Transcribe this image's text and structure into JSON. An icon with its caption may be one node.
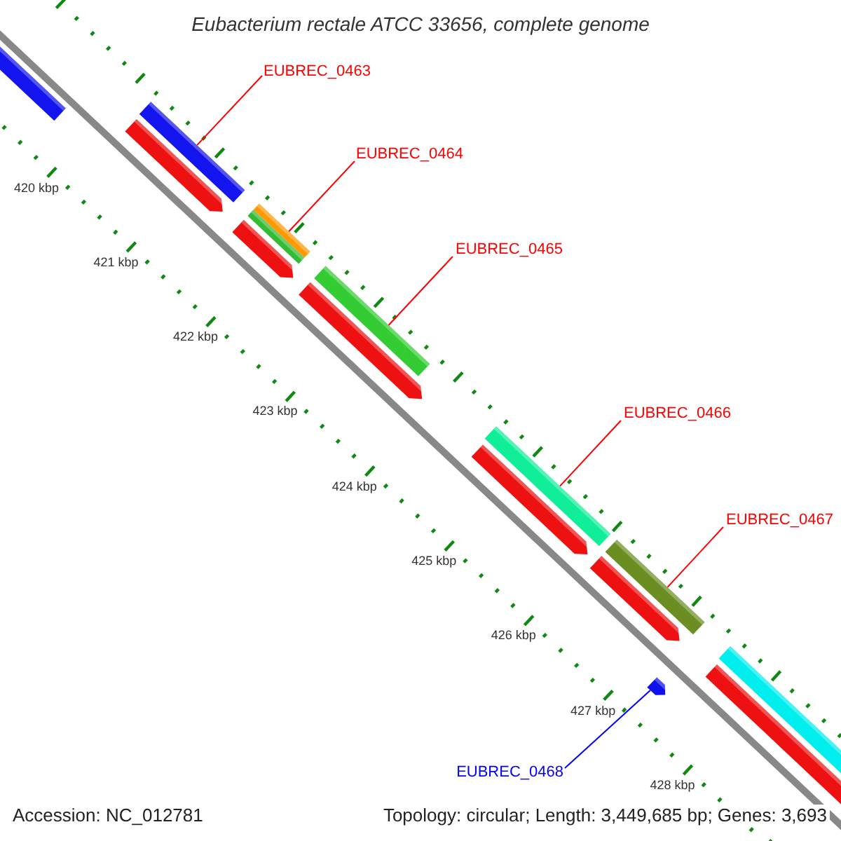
{
  "diagram": {
    "title": "Eubacterium rectale ATCC 33656, complete genome",
    "nodes": [
      {
        "text": [
          "EUBREC_0463"
        ]
      },
      {
        "text": [
          "EUBREC_0464"
        ]
      },
      {
        "text": [
          "EUBREC_0465"
        ]
      },
      {
        "text": [
          "EUBREC_0466"
        ]
      },
      {
        "text": [
          "EUBREC_0467"
        ]
      },
      {
        "text": [
          "EUBREC_0468"
        ]
      },
      {
        "text": [],
        "shape": "bar"
      },
      {
        "text": [],
        "shape": "bar"
      },
      {
        "text": [],
        "shape": "bar"
      },
      {
        "text": [],
        "shape": "bar"
      },
      {
        "text": [],
        "shape": "bar"
      },
      {
        "text": [],
        "shape": "bar"
      }
    ],
    "edges": [
      {
        "from": 0,
        "to": 6,
        "arrow": "none"
      },
      {
        "from": 1,
        "to": 7,
        "arrow": "none"
      },
      {
        "from": 2,
        "to": 8,
        "arrow": "none"
      },
      {
        "from": 3,
        "to": 9,
        "arrow": "none"
      },
      {
        "from": 4,
        "to": 10,
        "arrow": "none"
      },
      {
        "from": 5,
        "to": 11,
        "arrow": "none",
        "color": "#0000ff"
      }
    ],
    "labels": [
      "420 kbp",
      "421 kbp",
      "422 kbp",
      "423 kbp",
      "424 kbp",
      "425 kbp",
      "426 kbp",
      "427 kbp",
      "428 kbp",
      "Accession: NC_012781",
      "Topology: circular; Length: 3,449,685 bp; Genes: 3,693"
    ]
  }
}
